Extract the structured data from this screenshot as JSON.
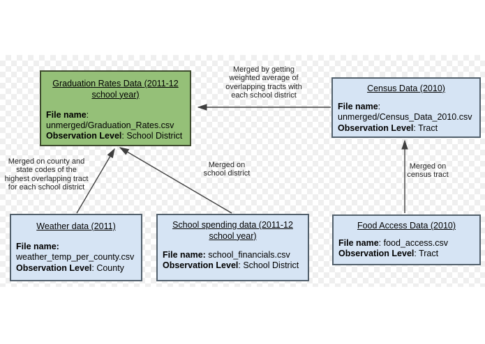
{
  "colors": {
    "green_fill": "#95c078",
    "green_border": "#3e4b2e",
    "blue_fill": "#d6e4f4",
    "blue_border": "#515f6b",
    "arrow": "#3f3f3f",
    "checker": "#efefef"
  },
  "nodes": [
    {
      "id": "graduation-rates",
      "title": "Graduation Rates Data (2011-12\nschool year)",
      "file_label": "File name",
      "file_sep": ":",
      "file_value": "unmerged/Graduation_Rates.csv",
      "obs_label": "Observation Level",
      "obs_rest": ": School District"
    },
    {
      "id": "census",
      "title": "Census Data (2010)",
      "file_label": "File name",
      "file_sep": ":",
      "file_value": "unmerged/Census_Data_2010.csv",
      "obs_label": "Observation Level",
      "obs_rest": ": Tract"
    },
    {
      "id": "weather",
      "title": "Weather data (2011)",
      "file_label": "File name:",
      "file_value": "weather_temp_per_county.csv",
      "obs_label": "Observation Level",
      "obs_rest": ": County"
    },
    {
      "id": "school-spending",
      "title": "School spending data (2011-12\nschool year)",
      "file_label": "File name:",
      "file_value": " school_financials.csv",
      "obs_label": "Observation Level",
      "obs_rest": ": School District"
    },
    {
      "id": "food-access",
      "title": "Food Access Data (2010)",
      "file_label": "File name",
      "file_value": ": food_access.csv",
      "obs_label": "Observation Level",
      "obs_rest": ": Tract"
    }
  ],
  "edge_labels": {
    "census_to_graduation": "Merged by getting\nweighted average of\noverlapping tracts with\neach school district",
    "weather_to_graduation": "Merged on county and\nstate codes of the\nhighest overlapping tract\nfor each school district",
    "spending_to_graduation": "Merged on\nschool district",
    "food_to_census": "Merged on\ncensus tract"
  }
}
